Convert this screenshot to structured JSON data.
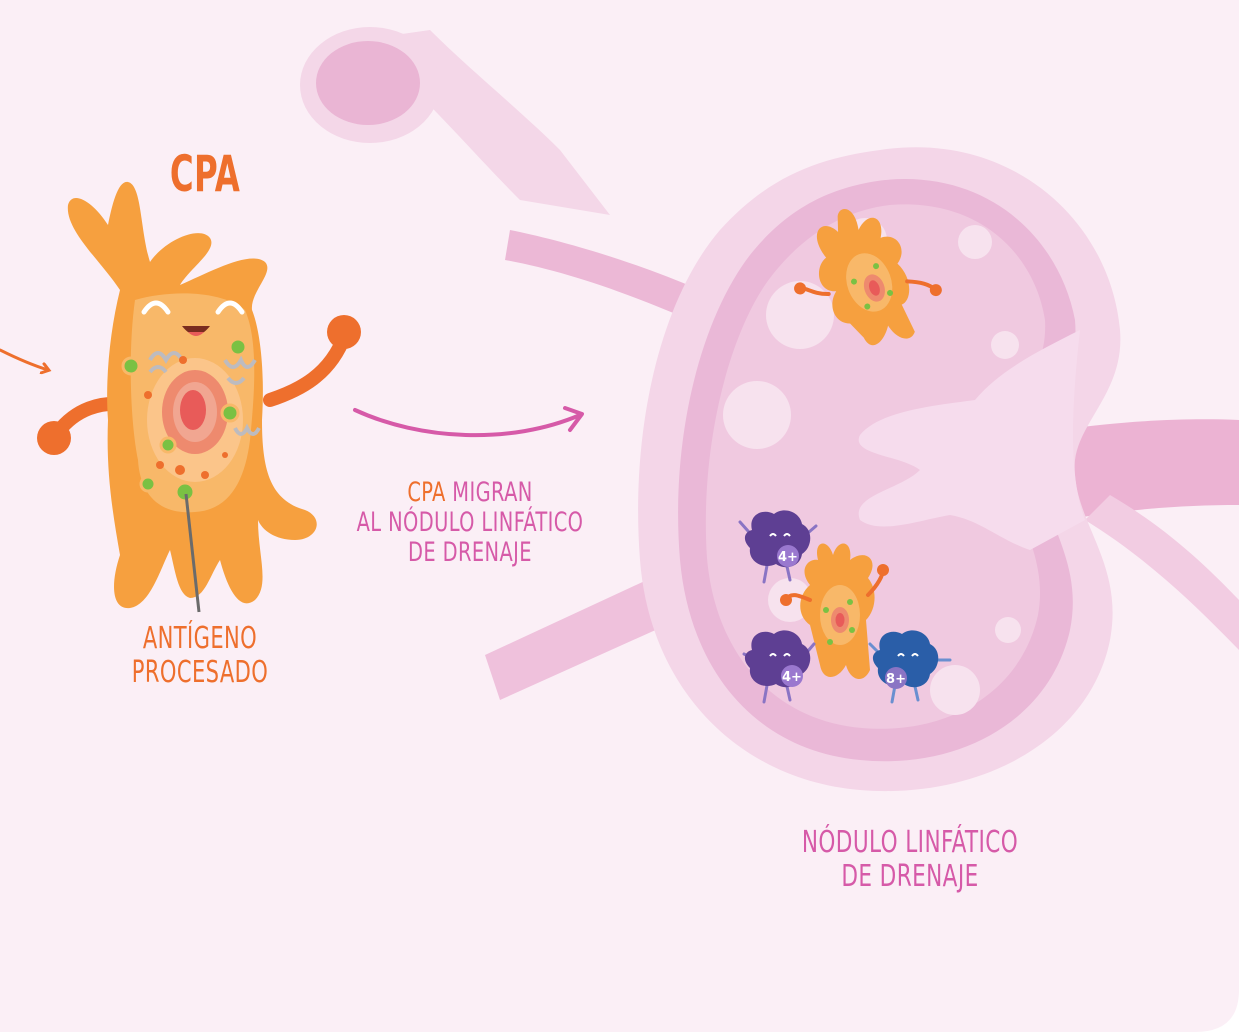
{
  "colors": {
    "background": "#fbeff6",
    "orange_text": "#ee6f2d",
    "pink_text": "#d65aa8",
    "cpa_body": "#f6a03f",
    "lymph_node": "#efb5d6",
    "t_cell_cd4": "#6a4a9c",
    "t_cell_cd8": "#2a5ea8",
    "antigen": "#7ac143"
  },
  "labels": {
    "cpa_title": "CPA",
    "antigen": [
      "ANTÍGENO",
      "PROCESADO"
    ],
    "migrate": {
      "line1_highlight": "CPA",
      "line1_rest": " MIGRAN",
      "line2": "AL NÓDULO LINFÁTICO",
      "line3": "DE DRENAJE"
    },
    "lymph_node": [
      "NÓDULO LINFÁTICO",
      "DE DRENAJE"
    ]
  },
  "cells": {
    "cd4_badge": "4+",
    "cd8_badge": "8+"
  },
  "icons": {
    "main_cell": "antigen-presenting-cell-icon",
    "lymph_node": "lymph-node-icon",
    "arrow": "curved-arrow-icon"
  }
}
